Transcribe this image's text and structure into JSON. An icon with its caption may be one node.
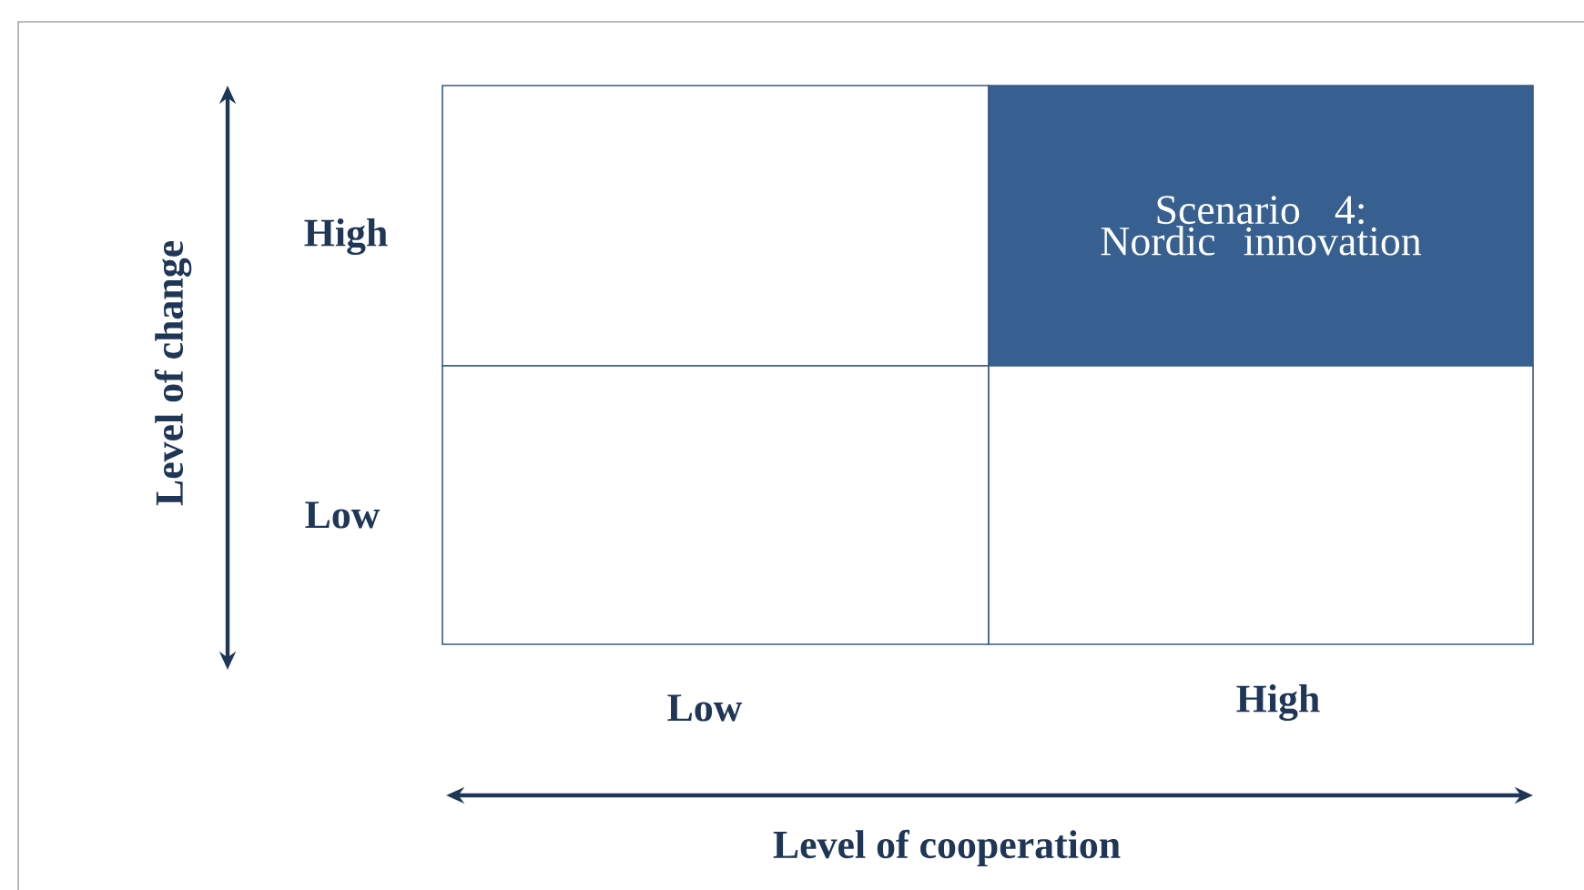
{
  "diagram": {
    "nodes": [
      {
        "text": [],
        "shape": "box"
      },
      {
        "text": [
          "Scenario 4: Nordic innovation"
        ]
      },
      {
        "text": [],
        "shape": "box"
      },
      {
        "text": [],
        "shape": "box"
      }
    ],
    "labels": [
      "Level of change",
      "High",
      "Low",
      "Low",
      "High",
      "Level of cooperation"
    ]
  }
}
